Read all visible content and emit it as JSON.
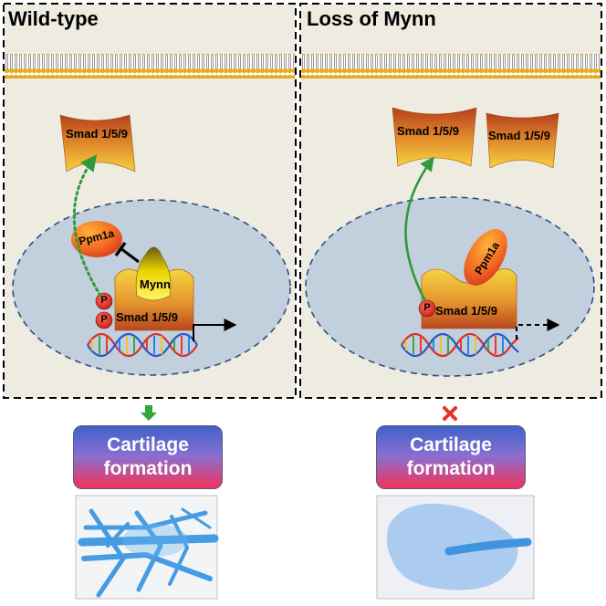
{
  "panels": {
    "wildtype": {
      "title": "Wild-type",
      "cytoplasm_smad": "Smad 1/5/9",
      "ppm": "Ppm1a",
      "mynn": "Mynn",
      "nuclear_smad": "Smad 1/5/9",
      "phospho": [
        "P",
        "P"
      ]
    },
    "loss": {
      "title": "Loss of Mynn",
      "cytoplasm_smad_1": "Smad 1/5/9",
      "cytoplasm_smad_2": "Smad 1/5/9",
      "ppm": "Ppm1a",
      "nuclear_smad": "Smad 1/5/9",
      "phospho": [
        "P"
      ]
    }
  },
  "outcomes": {
    "wildtype": {
      "line1": "Cartilage",
      "line2": "formation"
    },
    "loss": {
      "line1": "Cartilage",
      "line2": "formation"
    }
  },
  "colors": {
    "panel_bg": "#eeebe1",
    "nucleus": "#c2cfdc",
    "membrane": "#e8a91e",
    "green_arrow": "#2f9a3b",
    "red_cross": "#e8302c",
    "phospho": "#e8322e",
    "cartilage_stain": "#2f8fe0"
  }
}
